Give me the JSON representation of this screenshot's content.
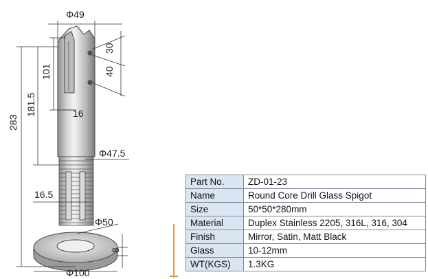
{
  "drawing": {
    "dimensions": {
      "top_diameter": "Φ49",
      "hole_spacing_upper": "30",
      "hole_spacing_lower": "40",
      "slot_height": "101",
      "core_height": "181.5",
      "total_height": "283",
      "slot_width": "16",
      "neck_diameter": "Φ47.5",
      "thread_pitch": "16.5",
      "base_diameter": "Φ50",
      "plate_thickness": "8",
      "plate_diameter": "Φ100"
    }
  },
  "spec_table": {
    "rows": [
      {
        "key": "Part No.",
        "value": "ZD-01-23"
      },
      {
        "key": "Name",
        "value": "Round Core Drill Glass Spigot"
      },
      {
        "key": "Size",
        "value": "50*50*280mm"
      },
      {
        "key": "Material",
        "value": "Duplex Stainless 2205, 316L, 316, 304"
      },
      {
        "key": "Finish",
        "value": "Mirror, Satin, Matt Black"
      },
      {
        "key": "Glass",
        "value": "10-12mm"
      },
      {
        "key": "WT(KGS)",
        "value": "1.3KG"
      }
    ]
  },
  "colors": {
    "table_key_bg": "#dbe5f1",
    "table_border": "#7a8aa0",
    "marker": "#e69a3b"
  }
}
